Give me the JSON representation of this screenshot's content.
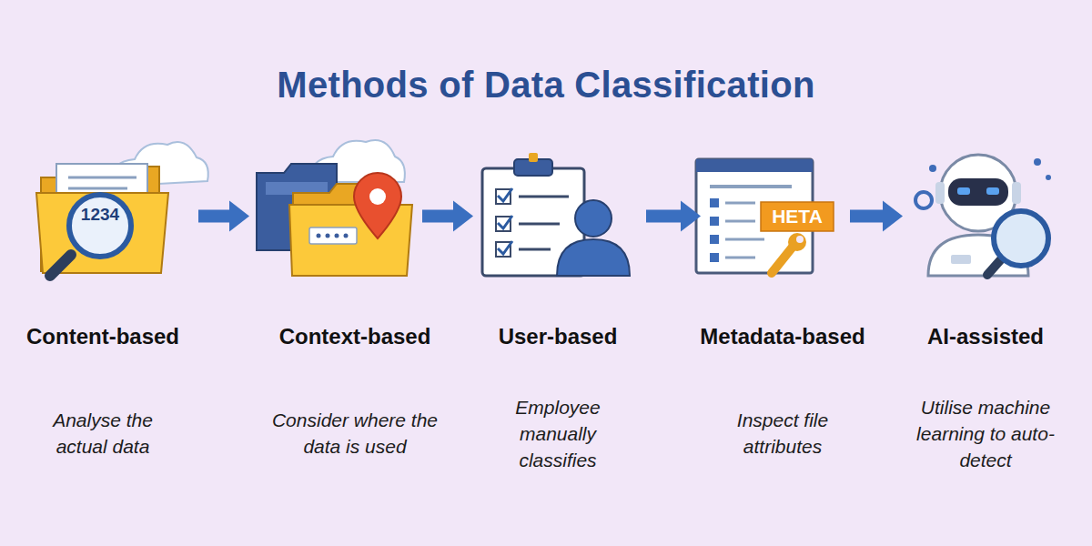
{
  "diagram": {
    "title": "Methods of Data Classification",
    "nodes": [
      {
        "text": [
          "Content-based",
          "Analyse the actual data"
        ]
      },
      {
        "text": [
          "Context-based",
          "Consider where the data is used"
        ]
      },
      {
        "text": [
          "User-based",
          "Employee manually classifies"
        ]
      },
      {
        "text": [
          "Metadata-based",
          "Inspect file attributes"
        ]
      },
      {
        "text": [
          "AI-assisted",
          "Utilise machine learning to auto-detect"
        ]
      }
    ],
    "edges": [
      {
        "from": 0,
        "to": 1,
        "arrow": "to"
      },
      {
        "from": 1,
        "to": 2,
        "arrow": "to"
      },
      {
        "from": 2,
        "to": 3,
        "arrow": "to"
      },
      {
        "from": 3,
        "to": 4,
        "arrow": "to"
      }
    ],
    "labels": [
      "1234",
      "HETA"
    ]
  }
}
